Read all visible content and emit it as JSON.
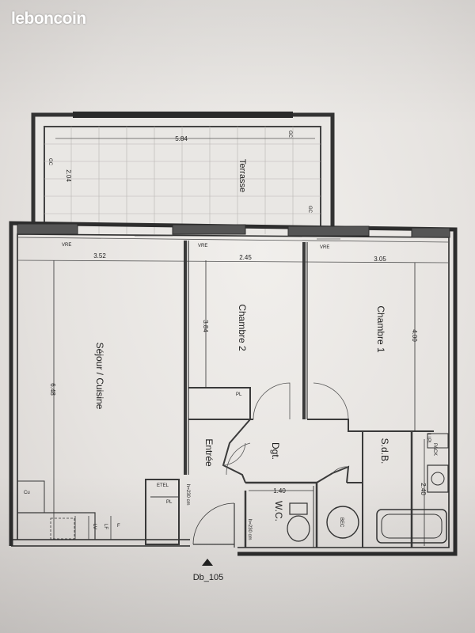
{
  "watermark": "leboncoin",
  "rooms": {
    "terrace": "Terrasse",
    "living": "Séjour / Cuisine",
    "bedroom2": "Chambre 2",
    "bedroom1": "Chambre 1",
    "entrance": "Entrée",
    "hallway": "Dgt.",
    "bathroom": "S.d.B.",
    "wc": "W.C."
  },
  "dimensions": {
    "terrace_width": "5.84",
    "terrace_depth": "2.04",
    "living_width": "3.52",
    "living_depth": "6.48",
    "bedroom2_width": "2.45",
    "bedroom2_depth": "3.84",
    "bedroom1_width": "3.05",
    "bedroom1_depth": "4.00",
    "bathroom_depth": "2.40",
    "wc_width": "1.40"
  },
  "annotations": {
    "gc_1": "GC",
    "gc_2": "GC",
    "gc_3": "GC",
    "vre_1": "VRE",
    "vre_2": "VRE",
    "vre_3": "VRE",
    "ceiling_entrance": "h=230 cm",
    "ceiling_wc": "h=230 cm",
    "etel": "ETEL",
    "pl_1": "PL",
    "pl_2": "PL",
    "pl_3": "PL",
    "lv": "LV",
    "lf": "LF",
    "f": "F",
    "cu": "Cu",
    "bec": "BEC",
    "lave": "LL",
    "pack": "PACK",
    "unit_label": "Db_105"
  }
}
